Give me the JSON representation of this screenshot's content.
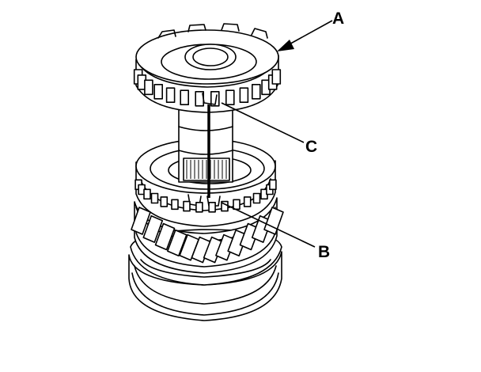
{
  "diagram": {
    "labels": {
      "a": "A",
      "b": "B",
      "c": "C"
    },
    "colors": {
      "ink": "#000000",
      "paper": "#ffffff"
    }
  }
}
